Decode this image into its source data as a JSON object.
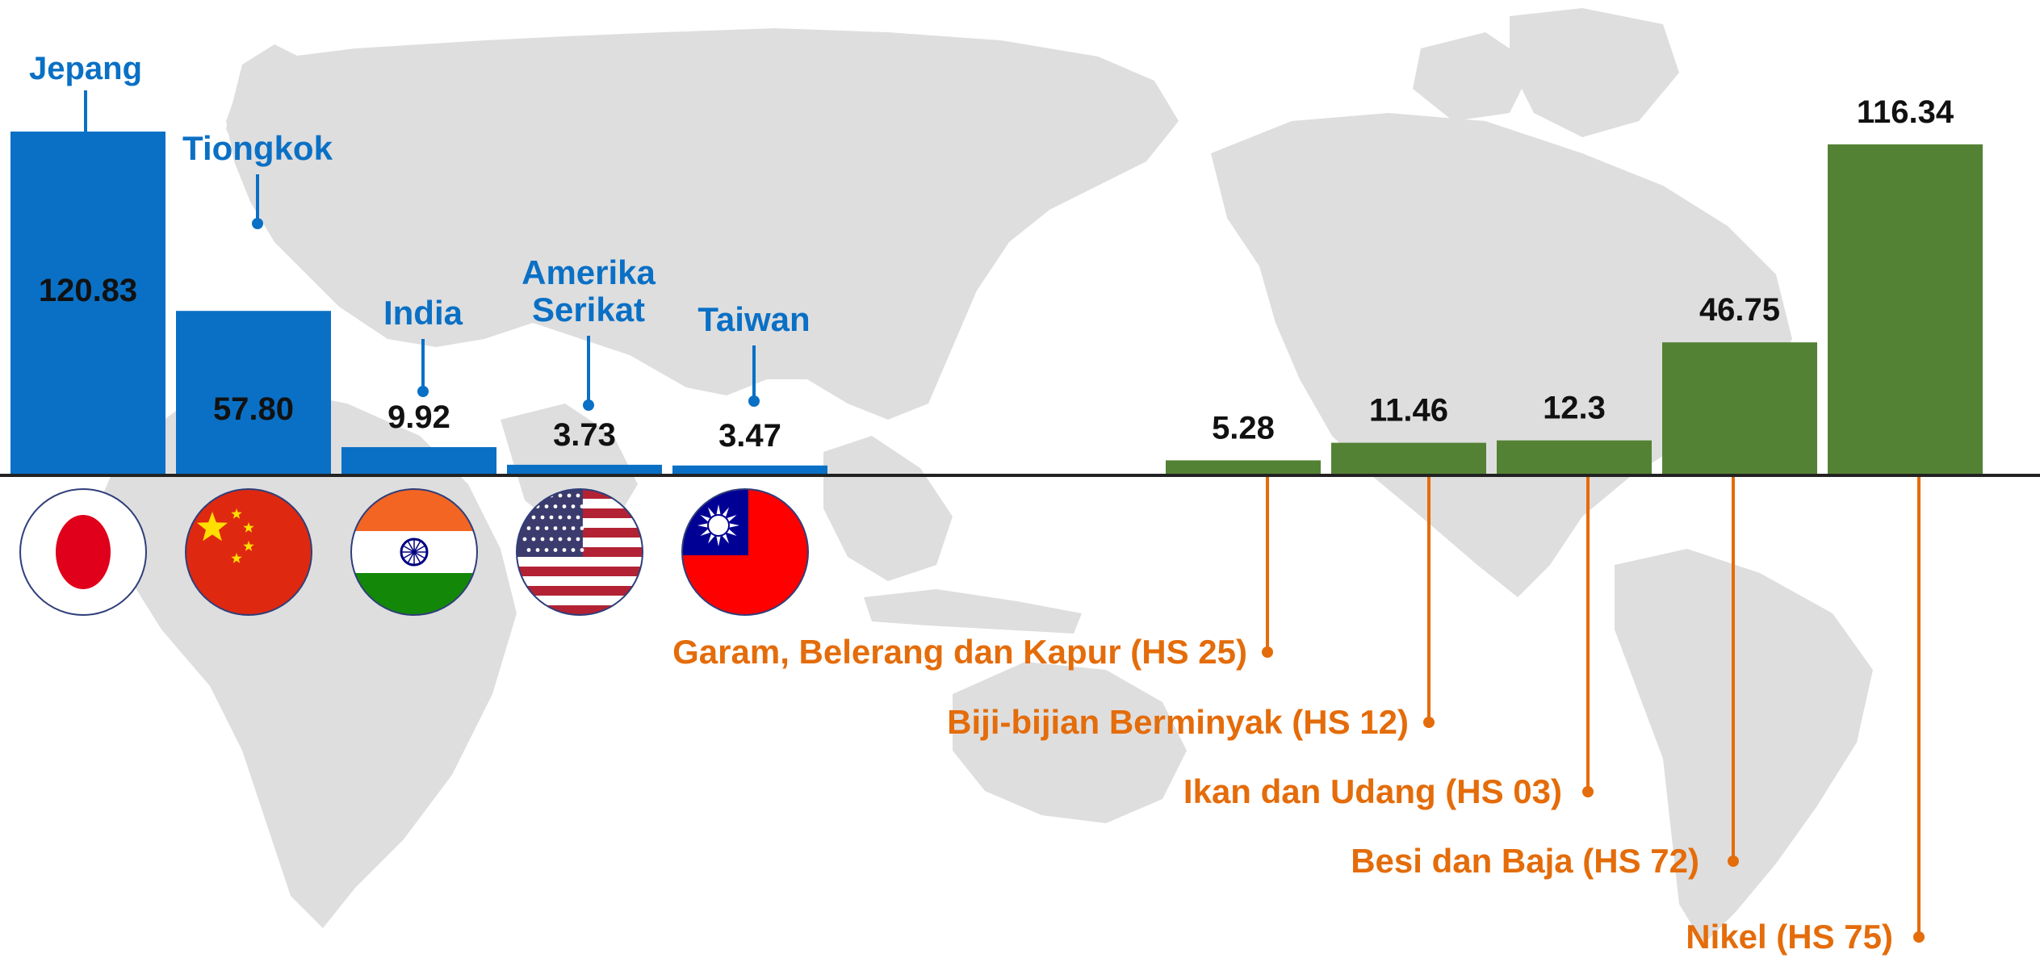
{
  "colors": {
    "country_bar": "#0a70c5",
    "product_bar": "#548235",
    "country_label": "#0a70c5",
    "product_label": "#e46c0a",
    "value_text": "#111111",
    "baseline": "#222222",
    "map": "#dedede"
  },
  "chart_data": [
    {
      "type": "bar",
      "title": "",
      "xlabel": "",
      "ylabel": "",
      "categories": [
        "Jepang",
        "Tiongkok",
        "India",
        "Amerika Serikat",
        "Taiwan"
      ],
      "category_lines": [
        [
          "Jepang"
        ],
        [
          "Tiongkok"
        ],
        [
          "India"
        ],
        [
          "Amerika",
          "Serikat"
        ],
        [
          "Taiwan"
        ]
      ],
      "values": [
        120.83,
        57.8,
        9.92,
        3.73,
        3.47
      ],
      "value_labels": [
        "120.83",
        "57.80",
        "9.92",
        "3.73",
        "3.47"
      ],
      "flag_icons": [
        "japan-flag-icon",
        "china-flag-icon",
        "india-flag-icon",
        "usa-flag-icon",
        "taiwan-flag-icon"
      ],
      "ylim": [
        0,
        130
      ],
      "grid": false
    },
    {
      "type": "bar",
      "title": "",
      "xlabel": "",
      "ylabel": "",
      "categories": [
        "Garam, Belerang dan Kapur (HS 25)",
        "Biji-bijian Berminyak (HS 12)",
        "Ikan dan Udang (HS 03)",
        "Besi dan Baja (HS 72)",
        "Nikel (HS 75)"
      ],
      "values": [
        5.28,
        11.46,
        12.3,
        46.75,
        116.34
      ],
      "value_labels": [
        "5.28",
        "11.46",
        "12.3",
        "46.75",
        "116.34"
      ],
      "ylim": [
        0,
        130
      ],
      "grid": false
    }
  ]
}
